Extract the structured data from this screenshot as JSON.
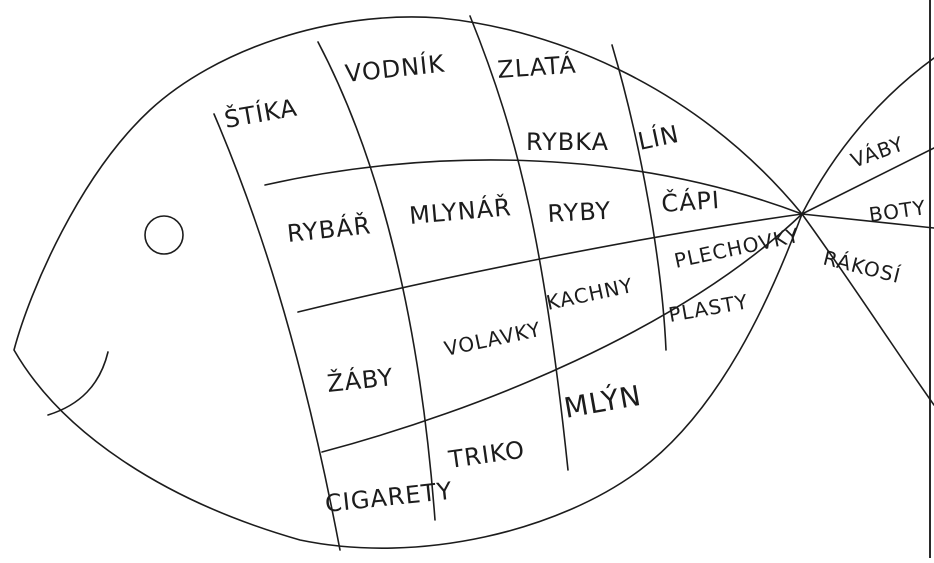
{
  "words": {
    "stika": "ŠTÍKA",
    "vodnik": "VODNÍK",
    "zlata": "ZLATÁ",
    "rybka": "RYBKA",
    "lin_top": "LÍN",
    "rybar": "RYBÁŘ",
    "mlynar": "MLYNÁŘ",
    "ryby": "RYBY",
    "capi": "ČÁPI",
    "plechovky": "PLECHOVKY",
    "zaby": "ŽÁBY",
    "volavky": "VOLAVKY",
    "kachny": "KACHNY",
    "plasty": "PLASTY",
    "mlyn": "MLÝN",
    "cigarety": "CIGARETY",
    "triko": "TRIKO",
    "vaby": "VÁBY",
    "boty": "BOTY",
    "rakosi": "RÁKOSÍ"
  },
  "icons": {
    "eye": "fish-eye-icon",
    "mouth": "fish-mouth-icon"
  },
  "colors": {
    "ink": "#1c1c1c",
    "paper": "#ffffff"
  }
}
